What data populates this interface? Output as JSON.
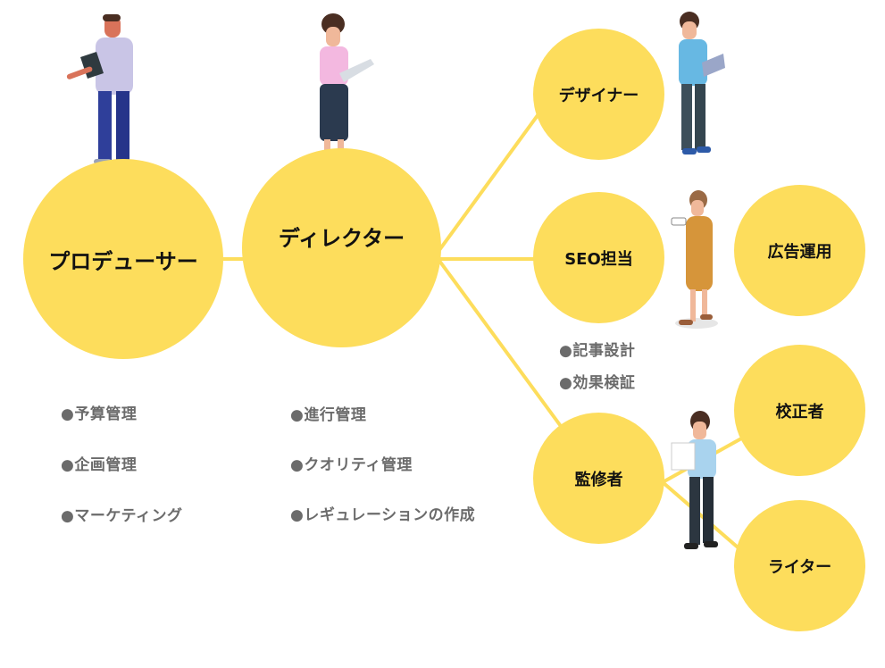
{
  "colors": {
    "node_fill": "#FDDD5C",
    "connector": "#FDDD5C",
    "node_text": "#111111",
    "note_text": "#6b6b6b"
  },
  "nodes": {
    "producer": "プロデューサー",
    "director": "ディレクター",
    "designer": "デザイナー",
    "seo": "SEO担当",
    "ads": "広告運用",
    "supervisor": "監修者",
    "proofreader": "校正者",
    "writer": "ライター"
  },
  "notes": {
    "producer": [
      "●予算管理",
      "●企画管理",
      "●マーケティング"
    ],
    "director": [
      "●進行管理",
      "●クオリティ管理",
      "●レギュレーションの作成"
    ],
    "seo": [
      "●記事設計",
      "●効果検証"
    ]
  },
  "figures": [
    "person-with-tablet-icon",
    "woman-with-clipboard-icon",
    "man-with-tablet-icon",
    "woman-with-phone-icon",
    "woman-with-document-icon"
  ]
}
